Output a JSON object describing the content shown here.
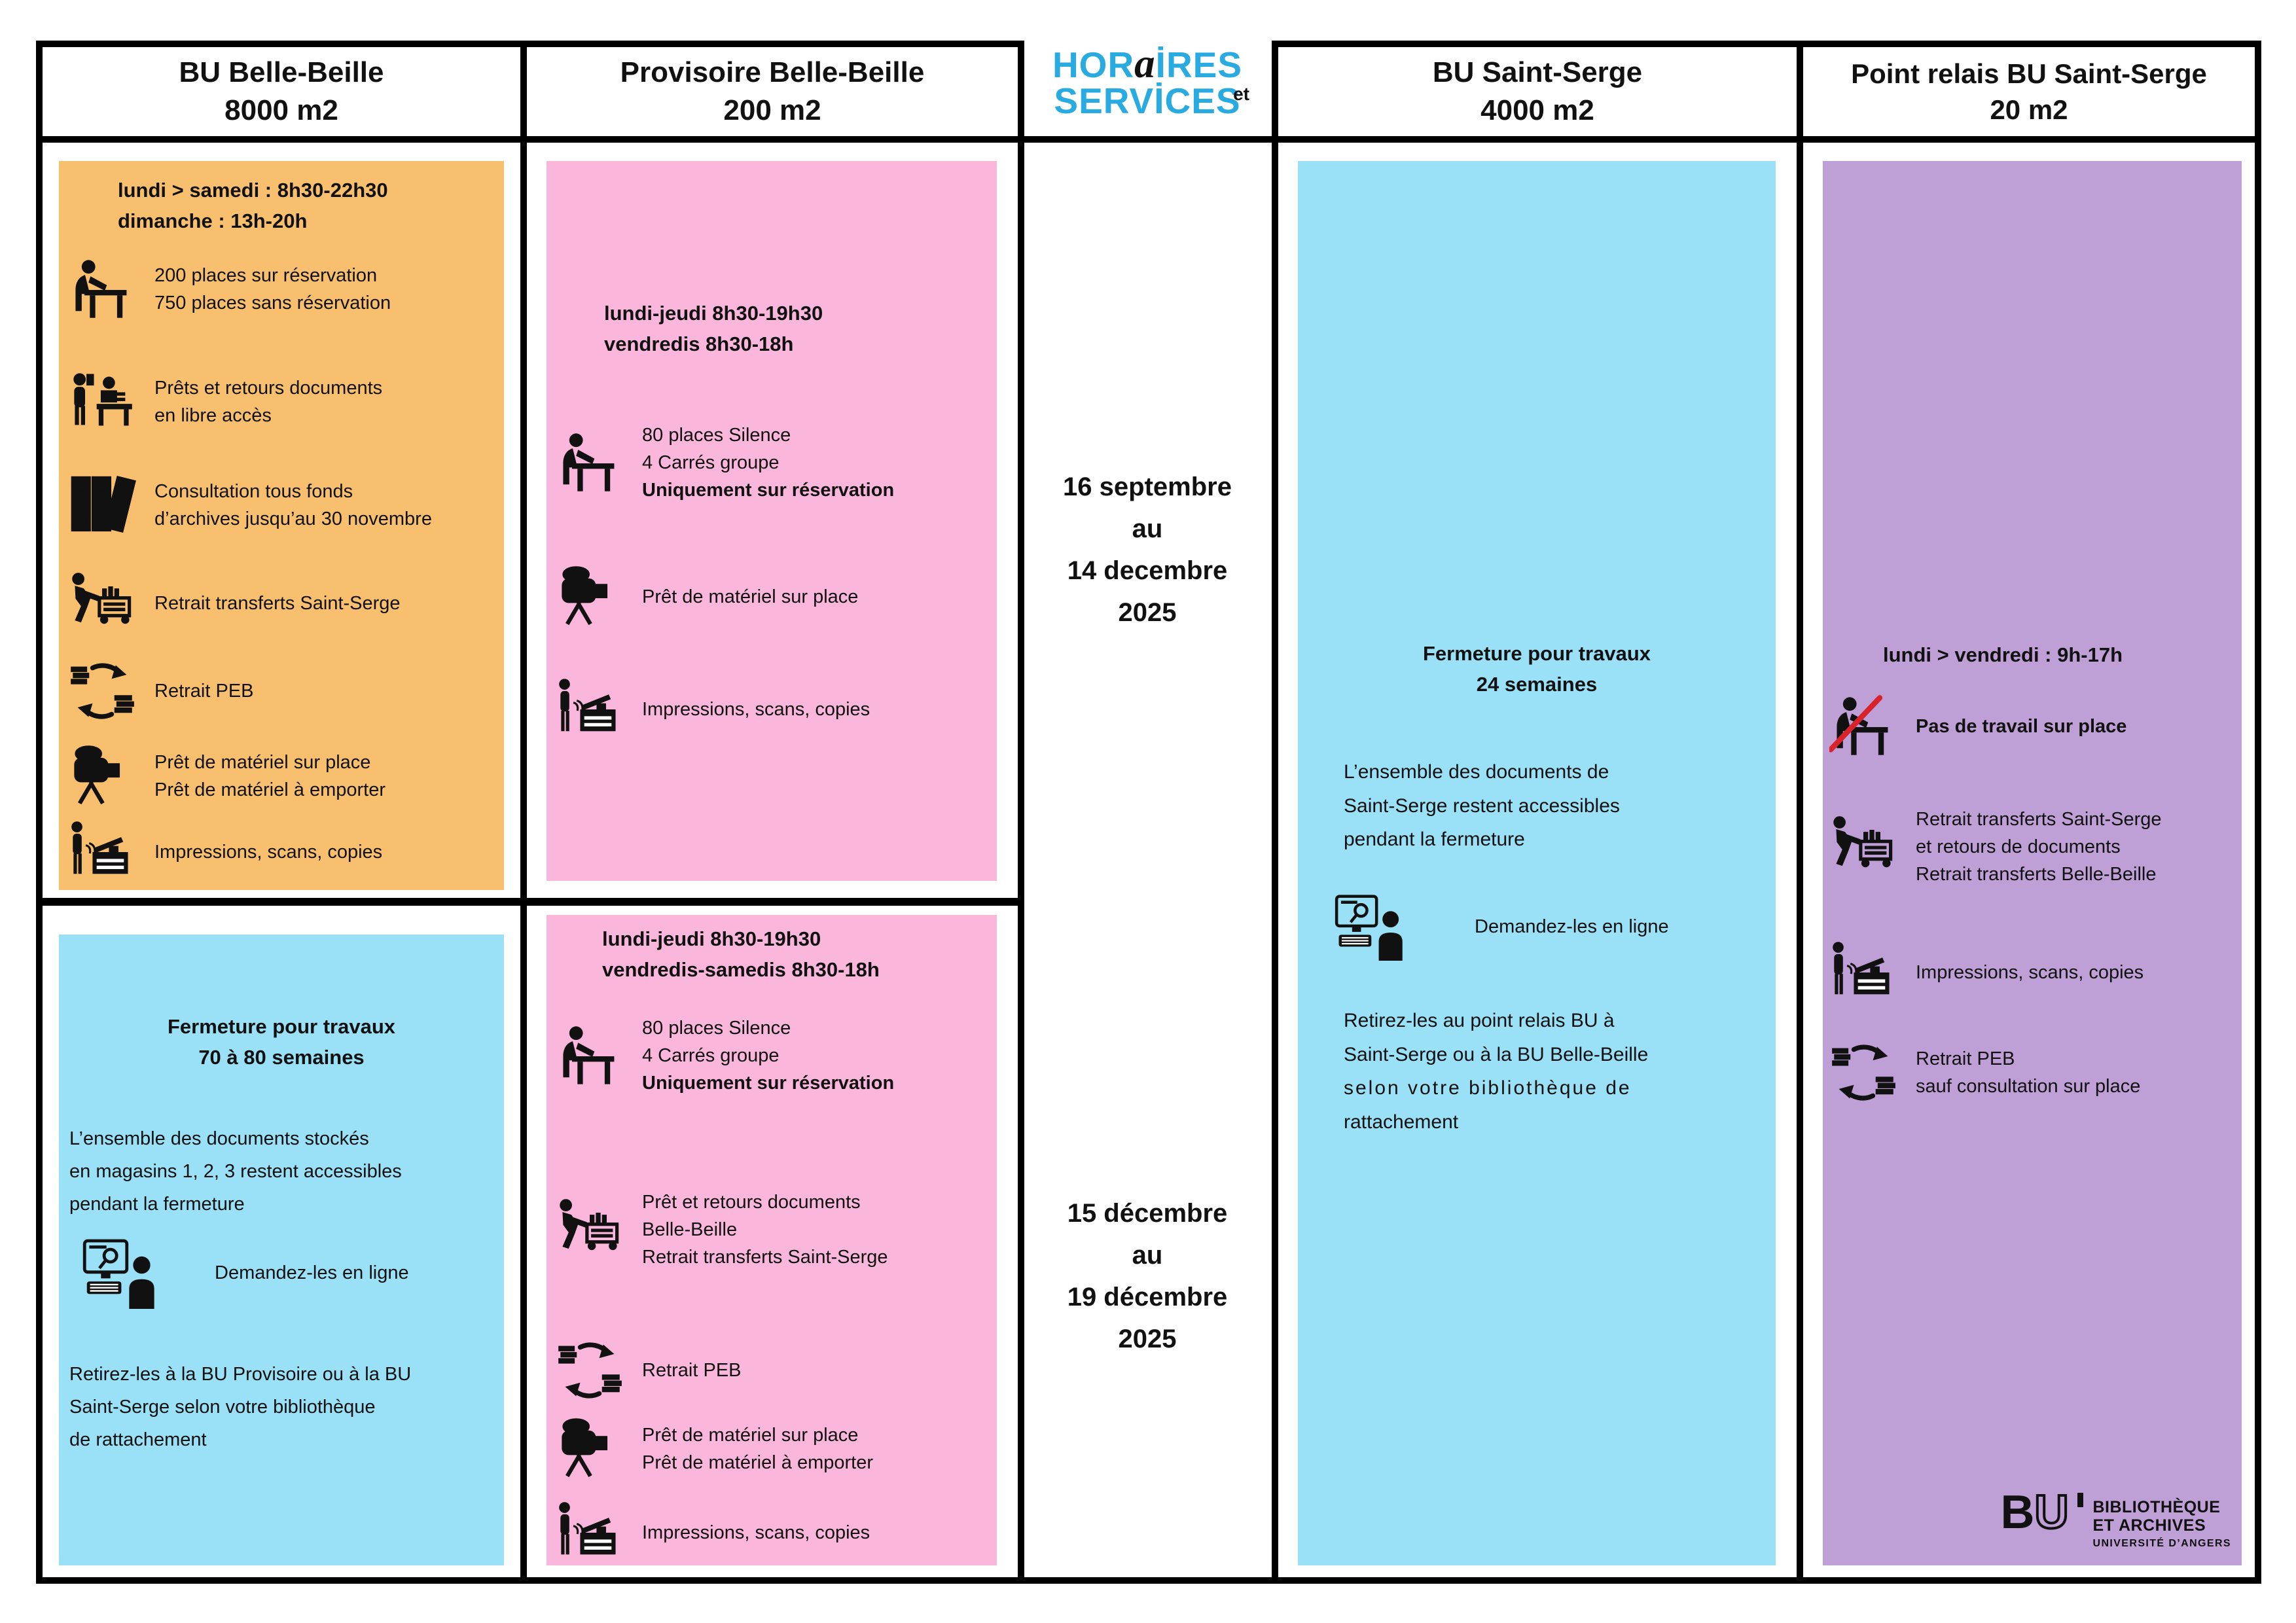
{
  "colors": {
    "orange": "#F8BF6F",
    "pink": "#FAB7DB",
    "light_blue": "#9AE0F6",
    "purple": "#BFA0D6",
    "logo_blue": "#29ABE2",
    "slash_red": "#D9232B"
  },
  "logo": {
    "hor": "HOR",
    "a": "a",
    "ires": "İRES",
    "et": "et",
    "services": "SERVİCES"
  },
  "periods": {
    "p1": {
      "l1": "16 septembre",
      "l2": "au",
      "l3": "14 decembre",
      "l4": "2025"
    },
    "p2": {
      "l1": "15 décembre",
      "l2": "au",
      "l3": "19 décembre",
      "l4": "2025"
    }
  },
  "col1": {
    "header": {
      "l1": "BU Belle-Beille",
      "l2": "8000 m2"
    },
    "panel1": {
      "hours": {
        "l1": "lundi > samedi : 8h30-22h30",
        "l2": "dimanche : 13h-20h"
      },
      "rows": [
        {
          "icon": "study-desk-icon",
          "l1": "200 places sur réservation",
          "l2": "750 places sans réservation"
        },
        {
          "icon": "loan-counter-icon",
          "l1": "Prêts et retours documents",
          "l2": "en libre accès"
        },
        {
          "icon": "archives-icon",
          "l1": "Consultation tous fonds",
          "l2": "d’archives jusqu’au 30 novembre"
        },
        {
          "icon": "book-cart-icon",
          "l1": "Retrait transferts Saint-Serge"
        },
        {
          "icon": "peb-icon",
          "l1": "Retrait PEB"
        },
        {
          "icon": "camera-icon",
          "l1": "Prêt de matériel sur place",
          "l2": "Prêt de matériel à emporter"
        },
        {
          "icon": "printer-icon",
          "l1": "Impressions, scans, copies"
        }
      ]
    },
    "panel2": {
      "title": {
        "l1": "Fermeture pour travaux",
        "l2": "70 à 80 semaines"
      },
      "para1": {
        "l1": "L’ensemble des documents stockés",
        "l2": "en magasins 1, 2, 3 restent accessibles",
        "l3": "pendant la fermeture"
      },
      "online": "Demandez-les en ligne",
      "para2": {
        "l1": "Retirez-les à la BU Provisoire ou à la BU",
        "l2": "Saint-Serge  selon votre bibliothèque",
        "l3": "de rattachement"
      }
    }
  },
  "col2": {
    "header": {
      "l1": "Provisoire Belle-Beille",
      "l2": "200 m2"
    },
    "panel1": {
      "hours": {
        "l1": "lundi-jeudi 8h30-19h30",
        "l2": "vendredis 8h30-18h"
      },
      "rows": [
        {
          "icon": "study-desk-icon",
          "l1": "80 places Silence",
          "l2": "4 Carrés groupe",
          "bold": "Uniquement sur réservation"
        },
        {
          "icon": "camera-icon",
          "l1": "Prêt de matériel sur place"
        },
        {
          "icon": "printer-icon",
          "l1": "Impressions, scans, copies"
        }
      ]
    },
    "panel2": {
      "hours": {
        "l1": "lundi-jeudi 8h30-19h30",
        "l2": "vendredis-samedis 8h30-18h"
      },
      "rows": [
        {
          "icon": "study-desk-icon",
          "l1": "80 places Silence",
          "l2": "4 Carrés groupe",
          "bold": "Uniquement sur réservation"
        },
        {
          "icon": "book-cart-icon",
          "l1": "Prêt et retours documents",
          "l2": "Belle-Beille",
          "l3": "Retrait transferts Saint-Serge"
        },
        {
          "icon": "peb-icon",
          "l1": "Retrait PEB"
        },
        {
          "icon": "camera-icon",
          "l1": "Prêt de matériel sur place",
          "l2": "Prêt de matériel à emporter"
        },
        {
          "icon": "printer-icon",
          "l1": "Impressions, scans, copies"
        }
      ]
    }
  },
  "col4": {
    "header": {
      "l1": "BU Saint-Serge",
      "l2": "4000 m2"
    },
    "panel": {
      "title": {
        "l1": "Fermeture pour travaux",
        "l2": "24 semaines"
      },
      "para1": {
        "l1": "L’ensemble des documents de",
        "l2": "Saint-Serge restent accessibles",
        "l3": "pendant la fermeture"
      },
      "online": "Demandez-les en ligne",
      "para2": {
        "l1": "Retirez-les au point relais BU à",
        "l2": "Saint-Serge ou à la BU Belle-Beille",
        "l3": "selon votre bibliothèque de",
        "l4": "rattachement"
      }
    }
  },
  "col5": {
    "header": {
      "l1": "Point relais BU Saint-Serge",
      "l2": "20 m2"
    },
    "panel": {
      "hours": "lundi > vendredi : 9h-17h",
      "rows": [
        {
          "icon": "no-study-icon",
          "bold": "Pas de travail sur place"
        },
        {
          "icon": "book-cart-icon",
          "l1": "Retrait transferts Saint-Serge",
          "l2": "et retours de documents",
          "l3": "Retrait transferts Belle-Beille"
        },
        {
          "icon": "printer-icon",
          "l1": "Impressions, scans, copies"
        },
        {
          "icon": "peb-icon",
          "l1": "Retrait PEB",
          "l2": "sauf consultation sur place"
        }
      ]
    }
  },
  "footer_logo": {
    "bu": "BU",
    "l1": "BIBLIOTHÈQUE",
    "l2": "ET ARCHIVES",
    "l3": "UNIVERSITÉ D’ANGERS"
  }
}
